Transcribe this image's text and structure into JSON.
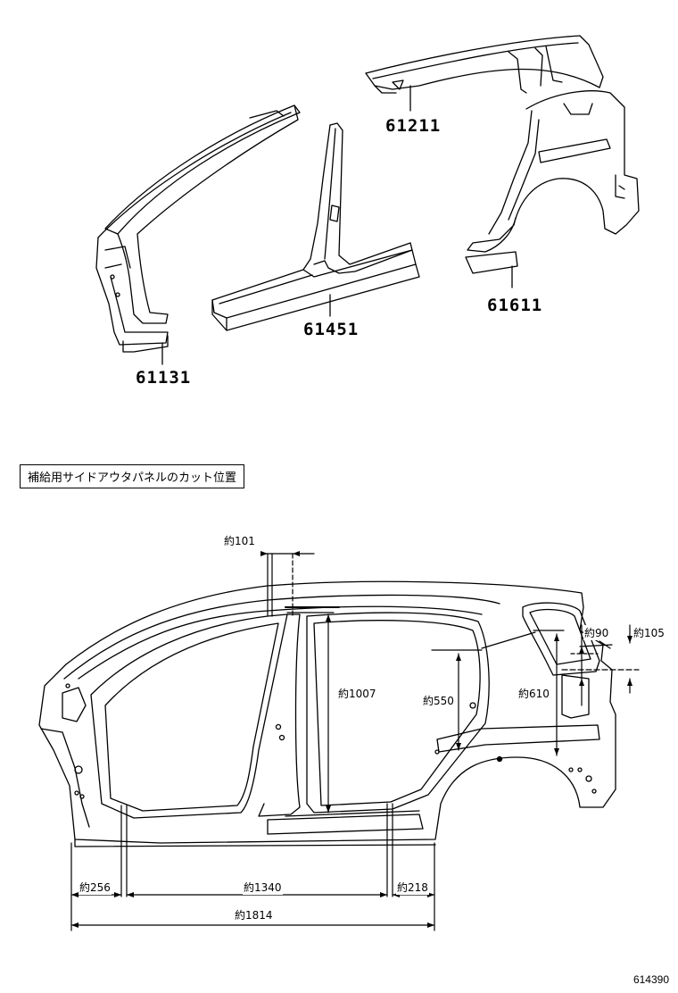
{
  "parts": [
    {
      "id": "p61131",
      "number": "61131"
    },
    {
      "id": "p61451",
      "number": "61451"
    },
    {
      "id": "p61211",
      "number": "61211"
    },
    {
      "id": "p61611",
      "number": "61611"
    }
  ],
  "section_title": "補給用サイドアウタパネルのカット位置",
  "dimensions": {
    "d101": "約101",
    "d1007": "約1007",
    "d550": "約550",
    "d610": "約610",
    "d90": "約90",
    "d105": "約105",
    "d256": "約256",
    "d1340": "約1340",
    "d218": "約218",
    "d1814": "約1814"
  },
  "diagram_id": "614390"
}
